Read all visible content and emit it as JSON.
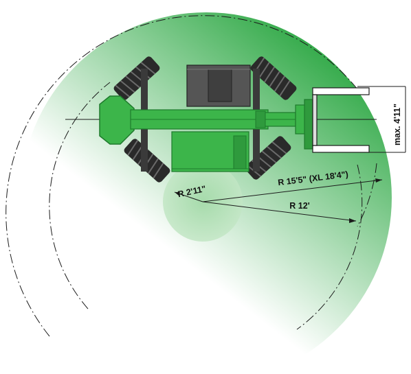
{
  "labels": {
    "outer_radius": "R 15'5\" (XL 18'4\")",
    "inner_radius": "R 12'",
    "small_radius": "R 2'11\"",
    "fork_width": "max. 4'11\""
  },
  "colors": {
    "machine_green": "#3cb54a",
    "machine_green_dark": "#1e7a2c",
    "gradient_light": "#ffffff",
    "gradient_dark": "#22a33a",
    "tyre": "#2a2a2a",
    "cab": "#555555",
    "line": "#1a1a1a"
  }
}
